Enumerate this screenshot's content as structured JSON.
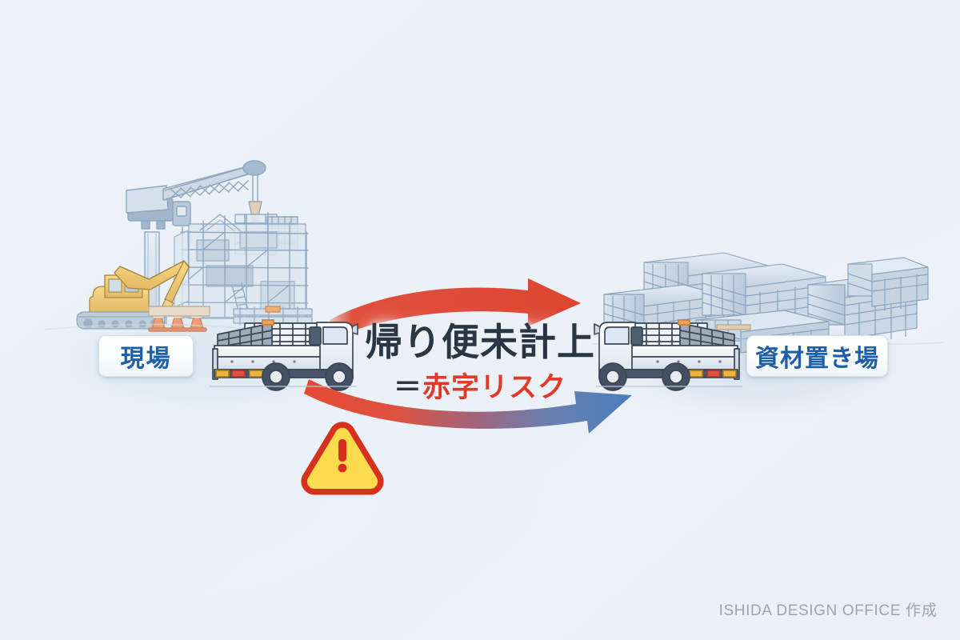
{
  "illustration": {
    "title": "帰り便未計上 = 赤字リスク",
    "headline": "帰り便未計上",
    "sub_equals": "＝",
    "sub_red": "赤字リスク",
    "background_color": "#eaf1f7"
  },
  "labels": {
    "left": "現場",
    "right": "資材置き場",
    "label_text_color": "#1c5fa8"
  },
  "arrows": {
    "top": {
      "name": "outbound-arrow",
      "direction": "left-to-right",
      "color": "#e0503c"
    },
    "bottom": {
      "name": "return-trip-arrow",
      "direction": "left-to-right",
      "color_start": "#e0503c",
      "color_end": "#4a7fbd"
    }
  },
  "warning": {
    "name": "warning-triangle",
    "glyph": "!",
    "fill": "#fcdc4d",
    "stroke": "#d8301f"
  },
  "scene": {
    "left_name": "construction-site-scene",
    "left_items": [
      "tower-crane",
      "scaffolded-building",
      "excavator",
      "traffic-cones",
      "material-stack"
    ],
    "right_name": "material-yard-scene",
    "right_items": [
      "stacked-scaffold-pallets",
      "stacked-pipe-bundles"
    ],
    "left_truck": "loaded-truck-facing-right",
    "right_truck": "loaded-truck-facing-left"
  },
  "watermark": {
    "brand": "ISHIDA DESIGN OFFICE",
    "suffix": "作成",
    "color": "#9aa4b2"
  }
}
